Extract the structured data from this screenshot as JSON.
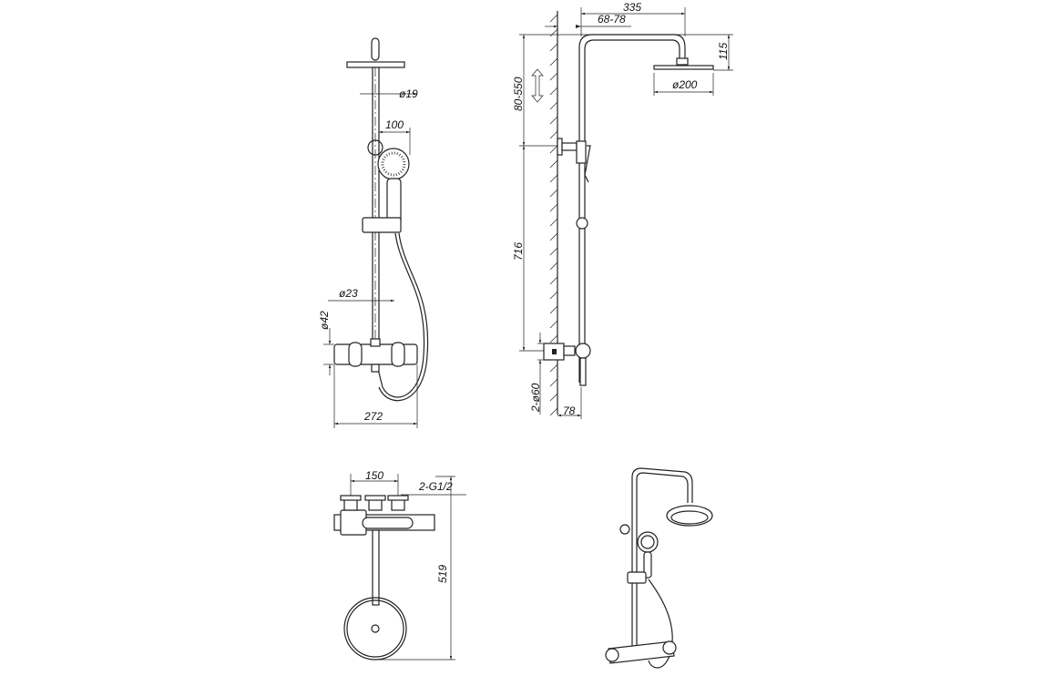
{
  "front_view": {
    "dim_rail_diameter": "ø19",
    "dim_handset_width": "100",
    "dim_pipe_diameter": "ø23",
    "dim_valve_diameter": "ø42",
    "dim_valve_width": "272"
  },
  "side_view": {
    "dim_arm_length": "335",
    "dim_wall_offset_range": "68-78",
    "dim_head_drop": "115",
    "dim_head_diameter": "ø200",
    "dim_height_adjust": "80-550",
    "dim_rail_height": "716",
    "dim_escutcheon": "2-ø60",
    "dim_wall_distance": "78"
  },
  "top_view": {
    "dim_inlet_spacing": "150",
    "dim_inlet_thread": "2-G1/2",
    "dim_depth": "519"
  },
  "colors": {
    "line": "#222222",
    "background": "#ffffff"
  }
}
